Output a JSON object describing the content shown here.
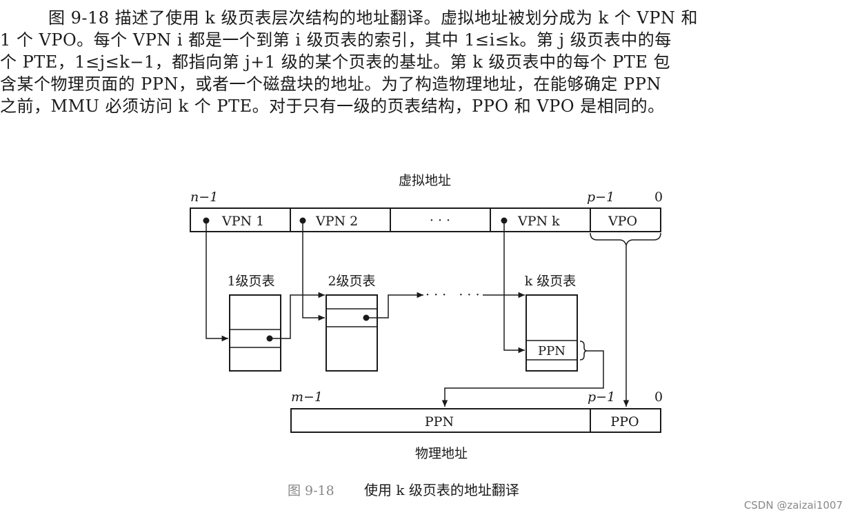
{
  "paragraph": {
    "line_1": "图 9-18 描述了使用 k 级页表层次结构的地址翻译。虚拟地址被划分成为 k 个 VPN 和",
    "line_2": "1 个 VPO。每个 VPN i 都是一个到第 i 级页表的索引，其中 1≤i≤k。第 j 级页表中的每",
    "line_3": "个 PTE，1≤j≤k−1，都指向第 j+1 级的某个页表的基址。第 k 级页表中的每个 PTE 包",
    "line_4": "含某个物理页面的 PPN，或者一个磁盘块的地址。为了构造物理地址，在能够确定 PPN",
    "line_5": "之前，MMU 必须访问 k 个 PTE。对于只有一级的页表结构，PPO 和 VPO 是相同的。"
  },
  "figure": {
    "virtual_title": "虚拟地址",
    "va_high_bit": "n−1",
    "va_split_bit": "p−1",
    "va_low_bit": "0",
    "vpn1": "VPN 1",
    "vpn2": "VPN 2",
    "ellipsis": "· · ·",
    "vpnk": "VPN k",
    "vpo": "VPO",
    "table1": "1级页表",
    "table2": "2级页表",
    "tablek": "k 级页表",
    "between_dots": "· · ·   · · ·",
    "ppn_entry": "PPN",
    "pa_high_bit": "m−1",
    "pa_split_bit": "p−1",
    "pa_low_bit": "0",
    "ppn": "PPN",
    "ppo": "PPO",
    "physical_title": "物理地址",
    "caption_number": "图 9-18",
    "caption_text": "使用 k 级页表的地址翻译"
  },
  "watermark": "CSDN @zaizai1007"
}
